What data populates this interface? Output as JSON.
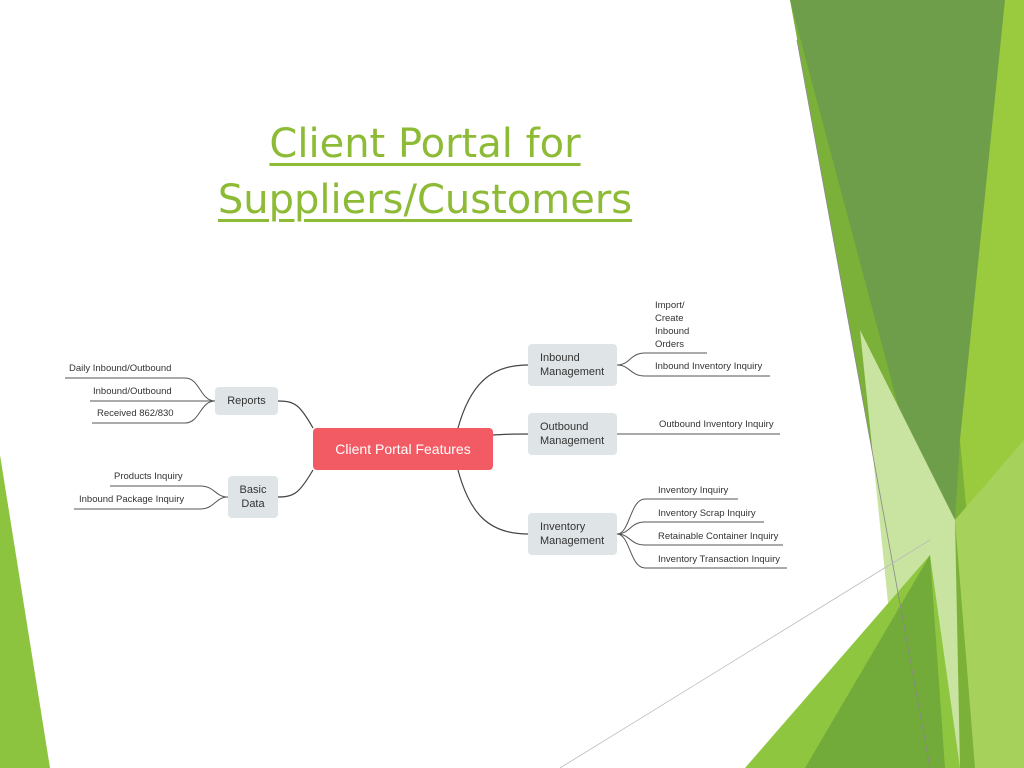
{
  "slide": {
    "title_line1": "Client Portal for",
    "title_line2": "Suppliers/Customers",
    "accent_color": "#8dbb35"
  },
  "mindmap": {
    "central": "Client Portal Features",
    "central_color": "#f25a64",
    "branch_color": "#dfe4e7",
    "left_branches": [
      {
        "label": "Reports",
        "children": [
          "Daily Inbound/Outbound",
          "Inbound/Outbound",
          "Received 862/830"
        ]
      },
      {
        "label": "Basic Data",
        "children": [
          "Products Inquiry",
          "Inbound Package Inquiry"
        ]
      }
    ],
    "right_branches": [
      {
        "label": "Inbound Management",
        "children": [
          "Import/ Create Inbound Orders",
          "Inbound Inventory Inquiry"
        ]
      },
      {
        "label": "Outbound Management",
        "children": [
          "Outbound Inventory Inquiry"
        ]
      },
      {
        "label": "Inventory Management",
        "children": [
          "Inventory Inquiry",
          "Inventory Scrap Inquiry",
          "Retainable Container Inquiry",
          "Inventory Transaction Inquiry"
        ]
      }
    ]
  }
}
